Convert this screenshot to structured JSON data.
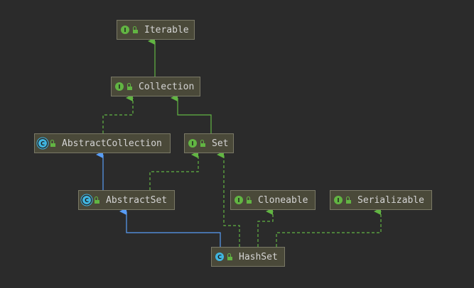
{
  "diagram": {
    "nodes": [
      {
        "id": "iterable",
        "label": "Iterable",
        "kind": "interface",
        "badge": "I"
      },
      {
        "id": "collection",
        "label": "Collection",
        "kind": "interface",
        "badge": "I"
      },
      {
        "id": "abstractcollection",
        "label": "AbstractCollection",
        "kind": "abstract-class",
        "badge": "C"
      },
      {
        "id": "set",
        "label": "Set",
        "kind": "interface",
        "badge": "I"
      },
      {
        "id": "abstractset",
        "label": "AbstractSet",
        "kind": "abstract-class",
        "badge": "C"
      },
      {
        "id": "cloneable",
        "label": "Cloneable",
        "kind": "interface",
        "badge": "I"
      },
      {
        "id": "serializable",
        "label": "Serializable",
        "kind": "interface",
        "badge": "I"
      },
      {
        "id": "hashset",
        "label": "HashSet",
        "kind": "class",
        "badge": "C"
      }
    ],
    "relations": [
      {
        "from": "collection",
        "to": "iterable",
        "type": "extends"
      },
      {
        "from": "abstractcollection",
        "to": "collection",
        "type": "implements"
      },
      {
        "from": "set",
        "to": "collection",
        "type": "extends"
      },
      {
        "from": "abstractset",
        "to": "abstractcollection",
        "type": "extends"
      },
      {
        "from": "abstractset",
        "to": "set",
        "type": "implements"
      },
      {
        "from": "hashset",
        "to": "abstractset",
        "type": "extends"
      },
      {
        "from": "hashset",
        "to": "set",
        "type": "implements"
      },
      {
        "from": "hashset",
        "to": "cloneable",
        "type": "implements"
      },
      {
        "from": "hashset",
        "to": "serializable",
        "type": "implements"
      }
    ],
    "colors": {
      "background": "#2b2b2b",
      "node_fill": "#4a4939",
      "node_border": "#7a7966",
      "text": "#d4d4d4",
      "interface_badge": "#62b543",
      "class_badge": "#40b6e0",
      "implements_edge": "#62b543",
      "extends_class_edge": "#589df6",
      "extends_interface_edge": "#62b543"
    }
  }
}
